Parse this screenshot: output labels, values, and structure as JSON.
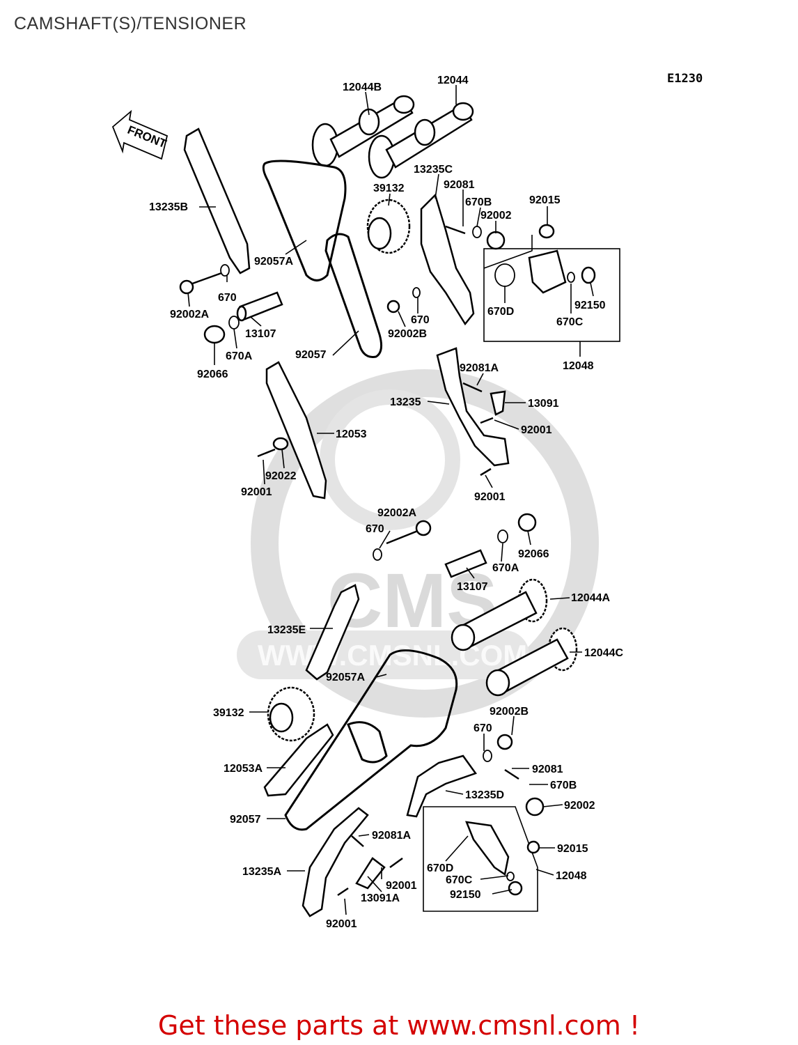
{
  "title": "CAMSHAFT(S)/TENSIONER",
  "diagram_code": "E1230",
  "front_arrow_label": "FRONT",
  "watermark": {
    "brand": "CMS",
    "url": "WWW.CMSNL.COM"
  },
  "part_labels": [
    "12044B",
    "12044",
    "13235C",
    "39132",
    "92081",
    "670B",
    "92002",
    "92015",
    "13235B",
    "92057A",
    "670",
    "92002A",
    "13107",
    "670",
    "92002B",
    "670D",
    "92150",
    "670C",
    "92066",
    "670A",
    "92057",
    "12048",
    "92081A",
    "13235",
    "13091",
    "12053",
    "92001",
    "92022",
    "92001",
    "92001",
    "92002A",
    "670",
    "92066",
    "670A",
    "13107",
    "12044A",
    "13235E",
    "12044C",
    "92057A",
    "39132",
    "92002B",
    "670",
    "12053A",
    "92081",
    "670B",
    "13235D",
    "92002",
    "92057",
    "92081A",
    "92015",
    "670D",
    "12048",
    "13235A",
    "670C",
    "92001",
    "92150",
    "13091A",
    "92001"
  ],
  "footer": "Get these parts at www.cmsnl.com !"
}
